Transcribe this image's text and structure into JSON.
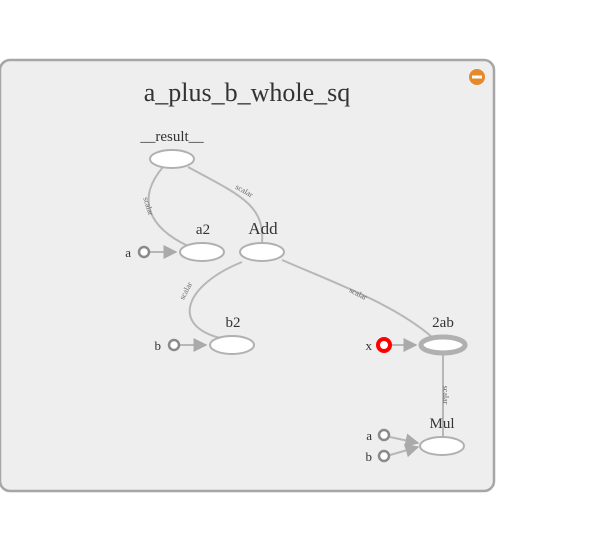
{
  "graph": {
    "title": "a_plus_b_whole_sq",
    "collapse_icon": "minus-circle-icon",
    "accent_color": "#e6892b",
    "highlight_color": "#ff0000",
    "nodes": {
      "result": "__result__",
      "a2": "a2",
      "add": "Add",
      "b2": "b2",
      "two_ab": "2ab",
      "mul": "Mul"
    },
    "inputs": {
      "a2_input": "a",
      "b2_input": "b",
      "two_ab_input": "x",
      "mul_input_a": "a",
      "mul_input_b": "b"
    },
    "edges": {
      "result_a2": "scalar",
      "result_add": "scalar",
      "add_b2": "scalar",
      "add_2ab": "scalar",
      "two_ab_mul": "scalar"
    }
  }
}
